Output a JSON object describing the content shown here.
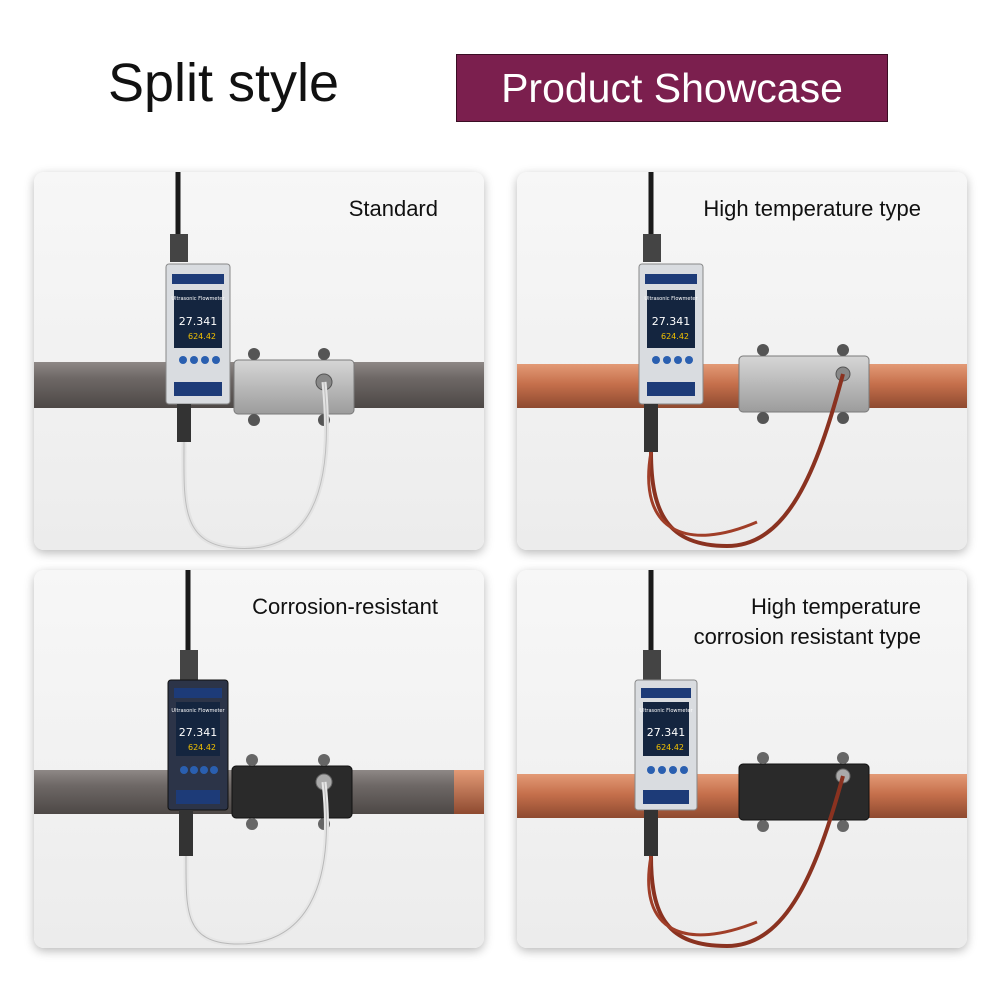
{
  "header": {
    "title": "Split style",
    "banner": "Product Showcase"
  },
  "colors": {
    "banner": "#7b1f4e",
    "pipe_standard": "#6b6563",
    "pipe_high_temp": "#c6704c",
    "clamp_silver": "#b8b8b8",
    "clamp_black": "#2a2a2a",
    "cable_white": "#e6e6e6",
    "cable_red": "#8a3220"
  },
  "device": {
    "brand": "Ultrasonic Flowmeter",
    "reading_main": "27.341",
    "reading_sub": "624.42"
  },
  "cards": [
    {
      "label": "Standard"
    },
    {
      "label": "High temperature type"
    },
    {
      "label": "Corrosion-resistant"
    },
    {
      "label_line1": "High temperature",
      "label_line2": "corrosion resistant type"
    }
  ]
}
